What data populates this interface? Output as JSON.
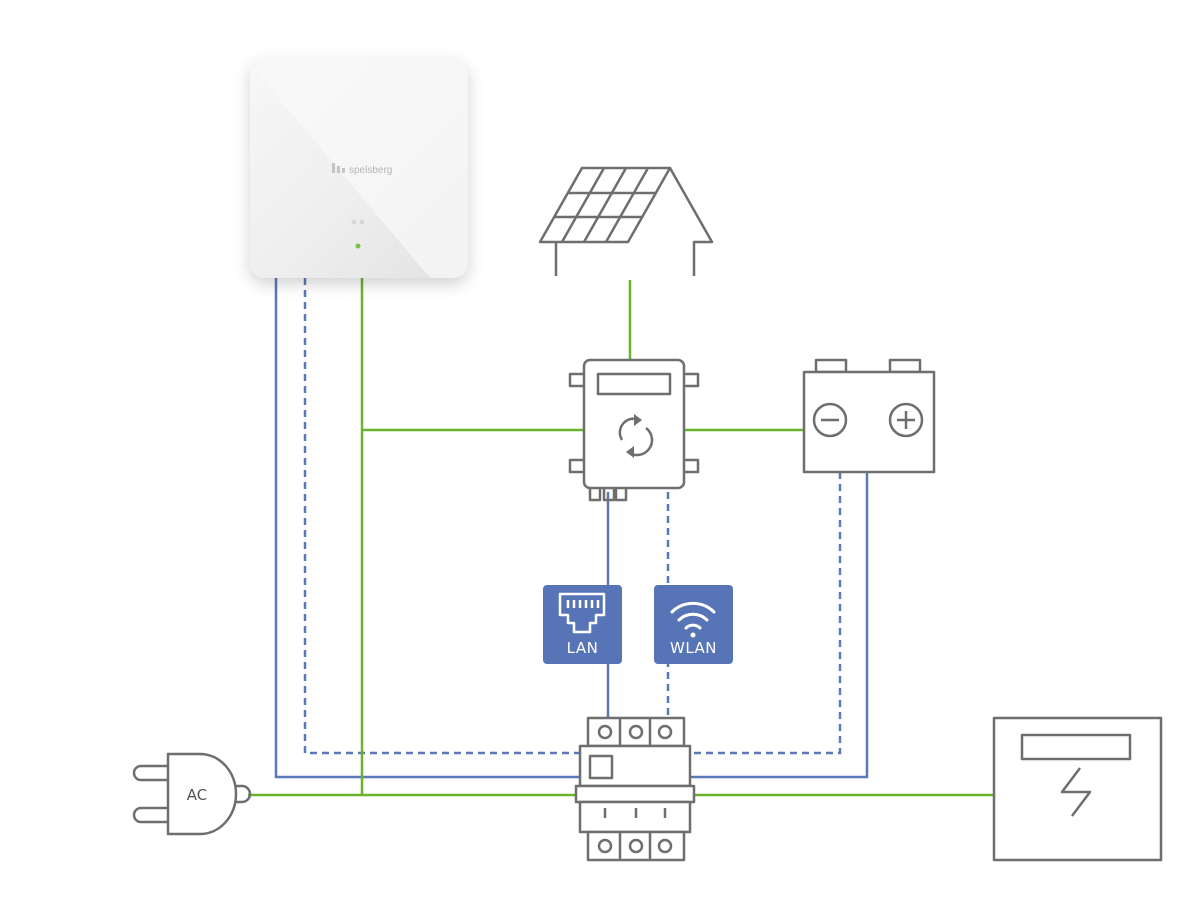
{
  "colors": {
    "green": "#6ab42d",
    "blue": "#5b79b8",
    "gray": "#6e6e6e",
    "badge": "#5775b6"
  },
  "wallbox": {
    "brand": "spelsberg",
    "led": "green"
  },
  "badges": {
    "lan": {
      "label": "LAN",
      "icon": "ethernet-port-icon"
    },
    "wlan": {
      "label": "WLAN",
      "icon": "wifi-icon"
    }
  },
  "plug": {
    "label": "AC"
  },
  "legend_icons": [
    "solar-house-icon",
    "inverter-icon",
    "battery-icon",
    "circuit-breaker-icon",
    "power-meter-icon",
    "ac-plug-icon"
  ]
}
